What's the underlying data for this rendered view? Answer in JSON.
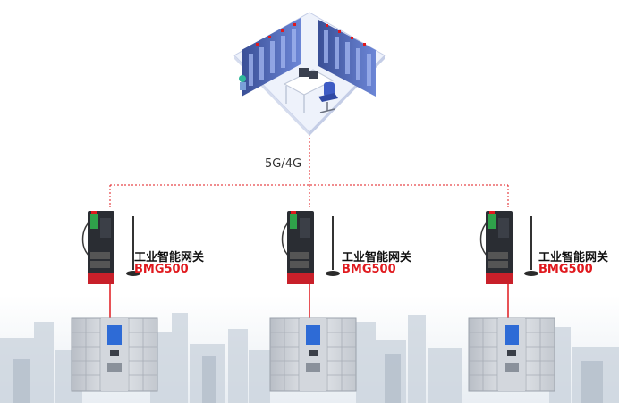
{
  "network_label": "5G/4G",
  "gateways": [
    {
      "name": "工业智能网关",
      "model": "BMG500"
    },
    {
      "name": "工业智能网关",
      "model": "BMG500"
    },
    {
      "name": "工业智能网关",
      "model": "BMG500"
    }
  ],
  "colors": {
    "link_dotted": "#e0191e",
    "link_solid": "#e0191e",
    "model_text": "#e0191e",
    "server_room": "#5b7bc9"
  }
}
